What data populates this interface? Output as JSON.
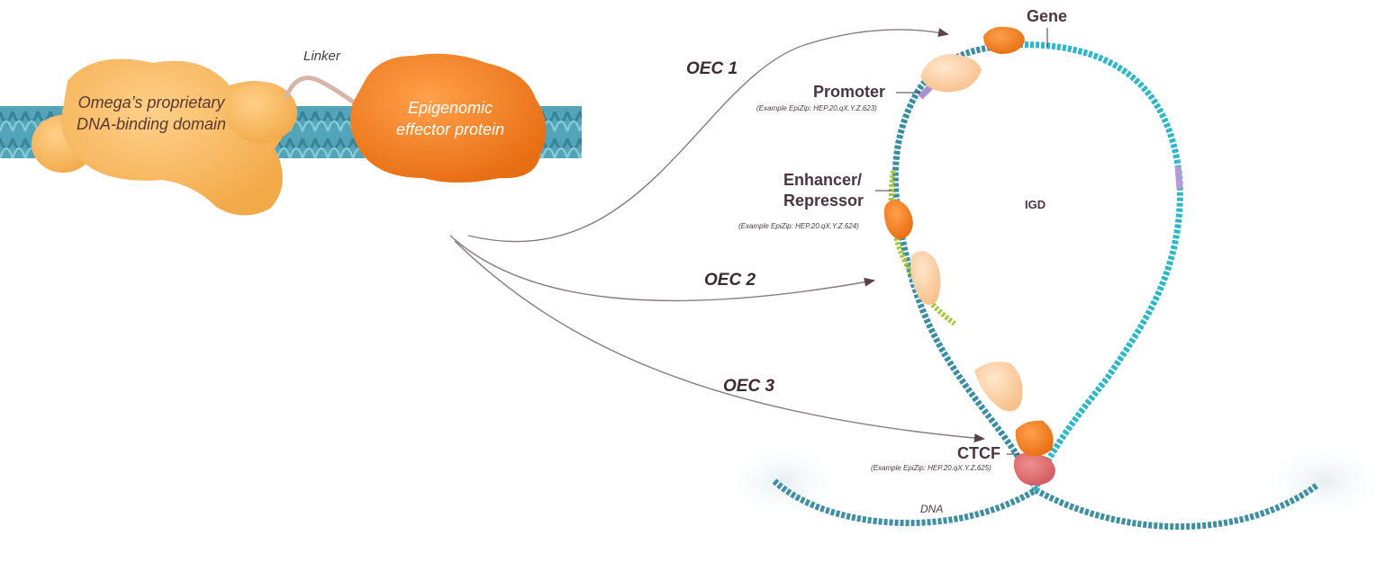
{
  "left_panel": {
    "binding_domain": [
      "Omega’s proprietary",
      "DNA-binding domain"
    ],
    "linker": "Linker",
    "effector": [
      "Epigenomic",
      "effector protein"
    ]
  },
  "arrows": {
    "oec1": "OEC 1",
    "oec2": "OEC 2",
    "oec3": "OEC 3"
  },
  "loop": {
    "gene": "Gene",
    "promoter": "Promoter",
    "promoter_example": "(Example EpiZip: HEP.20.qX.Y.Z.623)",
    "enhancer": [
      "Enhancer/",
      "Repressor"
    ],
    "enhancer_example": "(Example EpiZip: HEP.20.qX.Y.Z.624)",
    "igd": "IGD",
    "ctcf": "CTCF",
    "ctcf_example": "(Example EpiZip: HEP.20.qX.Y.Z.625)",
    "dna": "DNA"
  },
  "colors": {
    "dna_teal": "#3f8fa3",
    "dna_cyan": "#2cb8c8",
    "effector_orange": "#f07a20",
    "binding_domain_peach": "#f6b35a",
    "ctcf_red": "#dc6a6a",
    "enhancer_green": "#a6c83a",
    "arrow_line": "#8a7a80"
  }
}
